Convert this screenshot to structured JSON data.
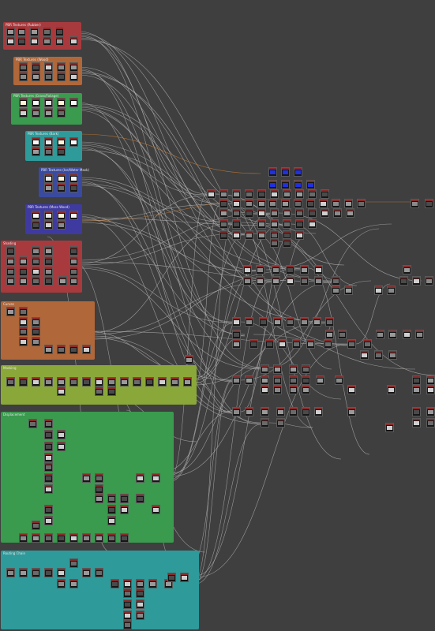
{
  "frames": [
    {
      "id": "f1",
      "title": "PBR Textures (Rubber)",
      "color": "#a83a3e"
    },
    {
      "id": "f2",
      "title": "PBR Textures (Wood)",
      "color": "#b0673a"
    },
    {
      "id": "f3",
      "title": "PBR Textures (Grass/Foliage)",
      "color": "#3a9a4e"
    },
    {
      "id": "f4",
      "title": "PBR Textures (Bark)",
      "color": "#2f9a9a"
    },
    {
      "id": "f5",
      "title": "PBR Textures (Ice/Water Mask)",
      "color": "#3a4aa0"
    },
    {
      "id": "f6",
      "title": "PBR Textures (Moss Wood)",
      "color": "#3f3aa0"
    },
    {
      "id": "f7",
      "title": "Shading",
      "color": "#a83a3e"
    },
    {
      "id": "f8",
      "title": "Curves",
      "color": "#b0673a"
    },
    {
      "id": "f9",
      "title": "Masking",
      "color": "#8aa83a"
    },
    {
      "id": "f10",
      "title": "Displacement",
      "color": "#3a9a4e"
    },
    {
      "id": "f11",
      "title": "Routing Chain",
      "color": "#2f9a9a"
    }
  ],
  "colors": {
    "canvas": "#3f3f3f",
    "node_body": "#161616",
    "node_border": "#5a5a5a",
    "node_header": "#8a2a2a",
    "wire": "#b8b8b8",
    "wire_orange": "#d08030",
    "accent_blue": "#2030e0",
    "accent_green": "#20e020",
    "accent_red": "#e02020"
  }
}
